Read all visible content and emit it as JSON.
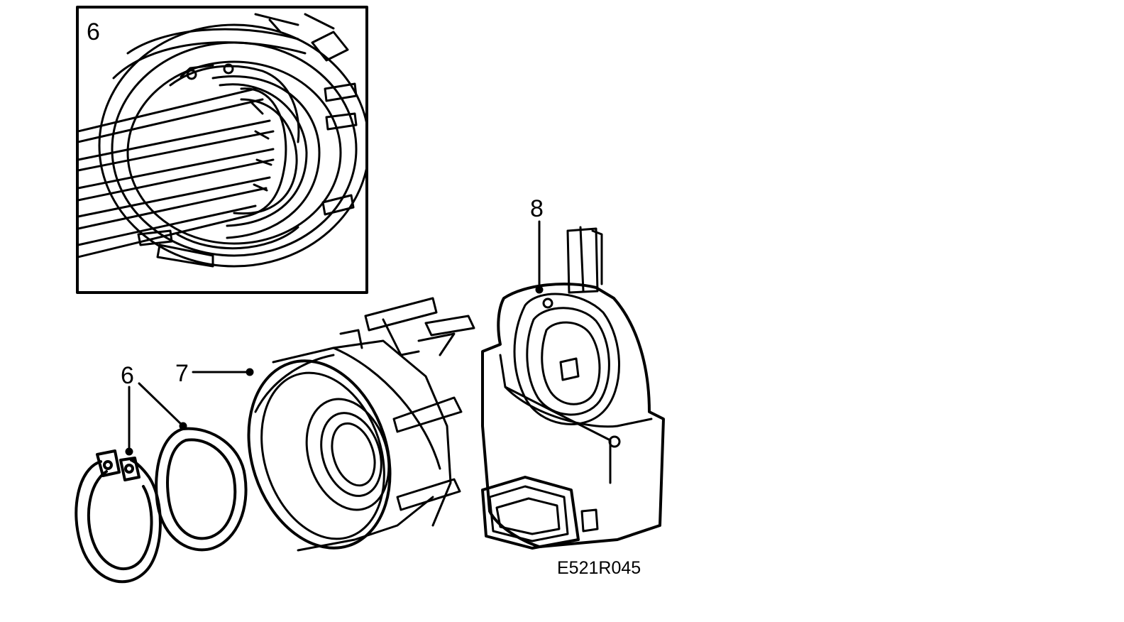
{
  "diagram": {
    "inset_label": "6",
    "callouts": {
      "part_6": "6",
      "part_7": "7",
      "part_8": "8"
    },
    "figure_code": "E521R045"
  }
}
